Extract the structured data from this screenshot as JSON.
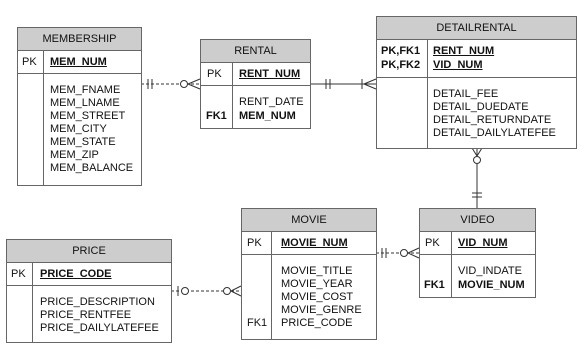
{
  "entities": {
    "membership": {
      "name": "MEMBERSHIP",
      "pk_key": "PK",
      "pk_attr": "MEM_NUM",
      "attrs": [
        "MEM_FNAME",
        "MEM_LNAME",
        "MEM_STREET",
        "MEM_CITY",
        "MEM_STATE",
        "MEM_ZIP",
        "MEM_BALANCE"
      ]
    },
    "rental": {
      "name": "RENTAL",
      "pk_key": "PK",
      "pk_attr": "RENT_NUM",
      "attr1": "RENT_DATE",
      "fk_key": "FK1",
      "fk_attr": "MEM_NUM"
    },
    "detailrental": {
      "name": "DETAILRENTAL",
      "pk_keys": [
        "PK,FK1",
        "PK,FK2"
      ],
      "pk_attrs": [
        "RENT_NUM",
        "VID_NUM"
      ],
      "attrs": [
        "DETAIL_FEE",
        "DETAIL_DUEDATE",
        "DETAIL_RETURNDATE",
        "DETAIL_DAILYLATEFEE"
      ]
    },
    "movie": {
      "name": "MOVIE",
      "pk_key": "PK",
      "pk_attr": "MOVIE_NUM",
      "attrs": [
        "MOVIE_TITLE",
        "MOVIE_YEAR",
        "MOVIE_COST",
        "MOVIE_GENRE",
        "PRICE_CODE"
      ],
      "fk_key": "FK1"
    },
    "video": {
      "name": "VIDEO",
      "pk_key": "PK",
      "pk_attr": "VID_NUM",
      "attr1": "VID_INDATE",
      "fk_key": "FK1",
      "fk_attr": "MOVIE_NUM"
    },
    "price": {
      "name": "PRICE",
      "pk_key": "PK",
      "pk_attr": "PRICE_CODE",
      "attrs": [
        "PRICE_DESCRIPTION",
        "PRICE_RENTFEE",
        "PRICE_DAILYLATEFEE"
      ]
    }
  },
  "relationships": [
    {
      "from": "MEMBERSHIP",
      "to": "RENTAL",
      "from_end": "one-and-only-one",
      "to_end": "zero-or-many"
    },
    {
      "from": "RENTAL",
      "to": "DETAILRENTAL",
      "from_end": "one-and-only-one",
      "to_end": "one-or-many"
    },
    {
      "from": "VIDEO",
      "to": "DETAILRENTAL",
      "from_end": "one-and-only-one",
      "to_end": "zero-or-many"
    },
    {
      "from": "MOVIE",
      "to": "VIDEO",
      "from_end": "one-and-only-one",
      "to_end": "zero-or-many"
    },
    {
      "from": "PRICE",
      "to": "MOVIE",
      "from_end": "zero-or-one",
      "to_end": "zero-or-many"
    }
  ],
  "colors": {
    "header": "#cdcdcd",
    "border": "#666666",
    "line": "#333333"
  }
}
